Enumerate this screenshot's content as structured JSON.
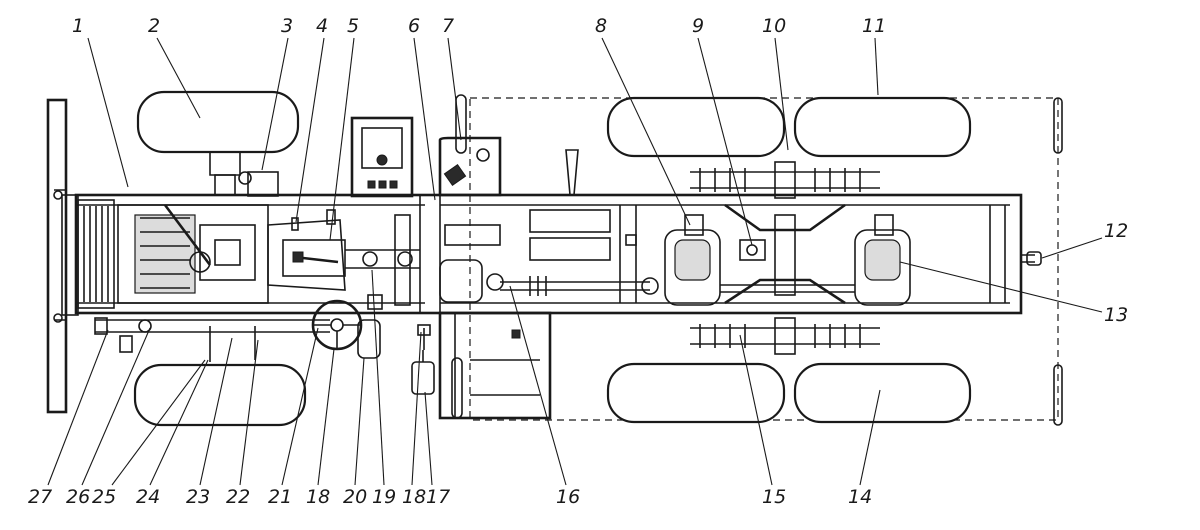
{
  "diagram": {
    "labels_top": [
      "1",
      "2",
      "3",
      "4",
      "5",
      "6",
      "7",
      "8",
      "9",
      "10",
      "11"
    ],
    "labels_right": [
      "12",
      "13"
    ],
    "labels_bottom": [
      "27",
      "26",
      "25",
      "24",
      "23",
      "22",
      "21",
      "18",
      "20",
      "19",
      "18",
      "17",
      "16",
      "15",
      "14"
    ]
  }
}
